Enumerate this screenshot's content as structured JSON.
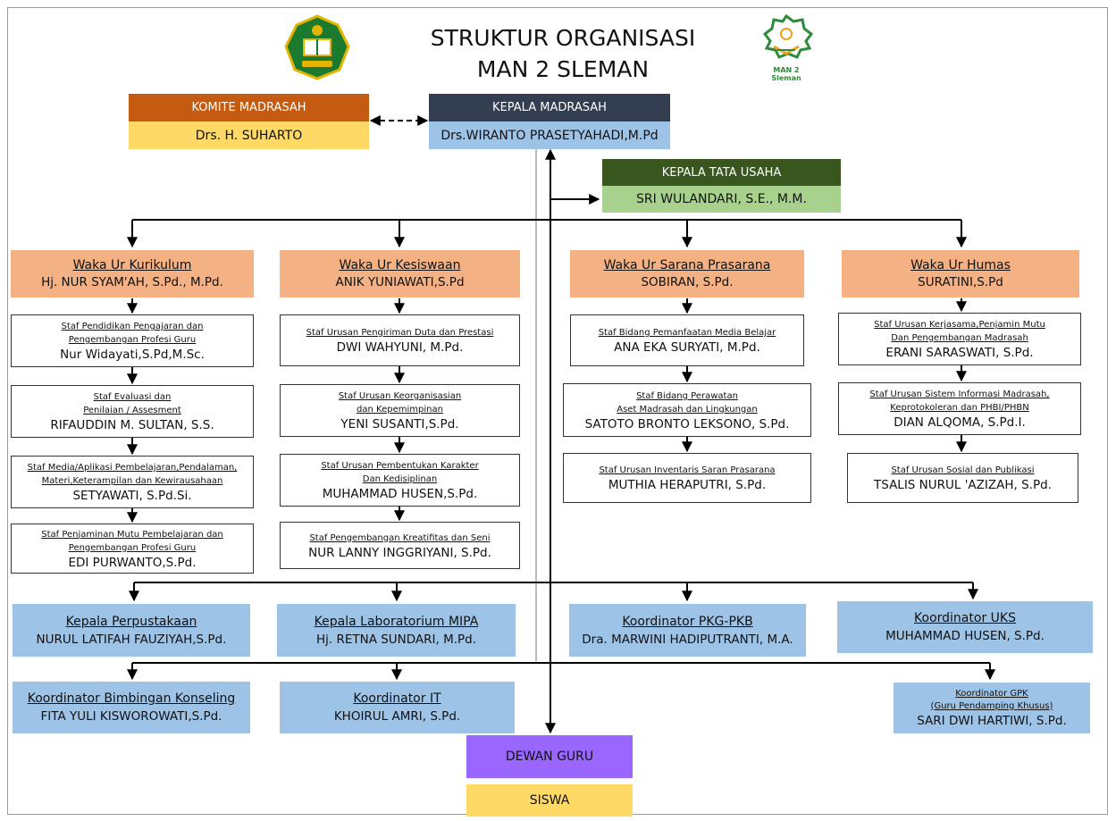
{
  "title": {
    "line1": "STRUKTUR ORGANISASI",
    "line2": "MAN 2 SLEMAN"
  },
  "logos": {
    "kemenag_icon": "kemenag-emblem",
    "school_icon": "man2-sleman-logo",
    "school_text": "MAN 2 Sleman"
  },
  "komite": {
    "title": "KOMITE MADRASAH",
    "name": "Drs. H. SUHARTO"
  },
  "kepala": {
    "title": "KEPALA MADRASAH",
    "name": "Drs.WIRANTO PRASETYAHADI,M.Pd"
  },
  "tata_usaha": {
    "title": "KEPALA TATA USAHA",
    "name": "SRI WULANDARI, S.E., M.M."
  },
  "wakas": [
    {
      "title": "Waka Ur Kurikulum",
      "name": "Hj. NUR SYAM'AH, S.Pd., M.Pd.",
      "staff": [
        {
          "t1": "Staf Pendidikan Pengajaran dan",
          "t2": "Pengembangan Profesi Guru",
          "name": "Nur Widayati,S.Pd,M.Sc."
        },
        {
          "t1": "Staf Evaluasi dan",
          "t2": "Penilaian / Assesment",
          "name": "RIFAUDDIN M. SULTAN, S.S."
        },
        {
          "t1": "Staf Media/Aplikasi Pembelajaran,Pendalaman,",
          "t2": "Materi,Keterampilan dan Kewirausahaan",
          "name": "SETYAWATI, S.Pd.Si."
        },
        {
          "t1": "Staf Penjaminan Mutu Pembelajaran dan",
          "t2": "Pengembangan Profesi Guru",
          "name": "EDI PURWANTO,S.Pd."
        }
      ]
    },
    {
      "title": "Waka Ur Kesiswaan",
      "name": "ANIK YUNIAWATI,S.Pd",
      "staff": [
        {
          "t1": "Staf Urusan Pengiriman Duta dan Prestasi",
          "t2": "",
          "name": "DWI WAHYUNI, M.Pd."
        },
        {
          "t1": "Staf Urusan Keorganisasian",
          "t2": "dan Kepemimpinan",
          "name": "YENI SUSANTI,S.Pd."
        },
        {
          "t1": "Staf Urusan Pembentukan Karakter",
          "t2": "Dan Kedisiplinan",
          "name": "MUHAMMAD HUSEN,S.Pd."
        },
        {
          "t1": "Staf Pengembangan Kreatifitas dan Seni",
          "t2": "",
          "name": "NUR LANNY INGGRIYANI, S.Pd."
        }
      ]
    },
    {
      "title": "Waka Ur Sarana Prasarana",
      "name": "SOBIRAN, S.Pd.",
      "staff": [
        {
          "t1": "Staf Bidang Pemanfaatan Media Belajar",
          "t2": "",
          "name": "ANA EKA SURYATI, M.Pd."
        },
        {
          "t1": "Staf Bidang Perawatan",
          "t2": "Aset Madrasah dan Lingkungan",
          "name": "SATOTO BRONTO LEKSONO, S.Pd."
        },
        {
          "t1": "Staf Urusan Inventaris Saran Prasarana",
          "t2": "",
          "name": "MUTHIA HERAPUTRI, S.Pd."
        }
      ]
    },
    {
      "title": "Waka Ur Humas",
      "name": "SURATINI,S.Pd",
      "staff": [
        {
          "t1": "Staf Urusan Kerjasama,Penjamin Mutu",
          "t2": "Dan Pengembangan Madrasah",
          "name": "ERANI SARASWATI, S.Pd."
        },
        {
          "t1": "Staf Urusan Sistem Informasi Madrasah,",
          "t2": "Keprotokoleran dan PHBI/PHBN",
          "name": "DIAN ALQOMA, S.Pd.I."
        },
        {
          "t1": "Staf Urusan Sosial dan Publikasi",
          "t2": "",
          "name": "TSALIS NURUL 'AZIZAH, S.Pd."
        }
      ]
    }
  ],
  "coord_row1": [
    {
      "title": "Kepala Perpustakaan",
      "name": "NURUL LATIFAH FAUZIYAH,S.Pd."
    },
    {
      "title": "Kepala Laboratorium MIPA",
      "name": "Hj. RETNA SUNDARI, M.Pd."
    },
    {
      "title": "Koordinator PKG-PKB",
      "name": "Dra. MARWINI HADIPUTRANTI, M.A."
    },
    {
      "title": "Koordinator UKS",
      "name": "MUHAMMAD HUSEN, S.Pd."
    }
  ],
  "coord_row2": [
    {
      "title": "Koordinator Bimbingan Konseling",
      "name": "FITA YULI KISWOROWATI,S.Pd."
    },
    {
      "title": "Koordinator IT",
      "name": "KHOIRUL AMRI, S.Pd."
    },
    {
      "title": "Koordinator GPK",
      "subtitle": "(Guru Pendamping Khusus)",
      "name": "SARI DWI HARTIWI, S.Pd."
    }
  ],
  "dewan_guru": "DEWAN GURU",
  "siswa": "SISWA",
  "colors": {
    "komite_header": "#c55a11",
    "komite_value": "#ffd966",
    "kepala_header": "#333f50",
    "kepala_value": "#9dc3e6",
    "tu_header": "#38561e",
    "tu_value": "#a9d18e",
    "waka": "#f4b183",
    "coord": "#9dc3e6",
    "dewan": "#9966ff",
    "siswa": "#ffd966"
  }
}
